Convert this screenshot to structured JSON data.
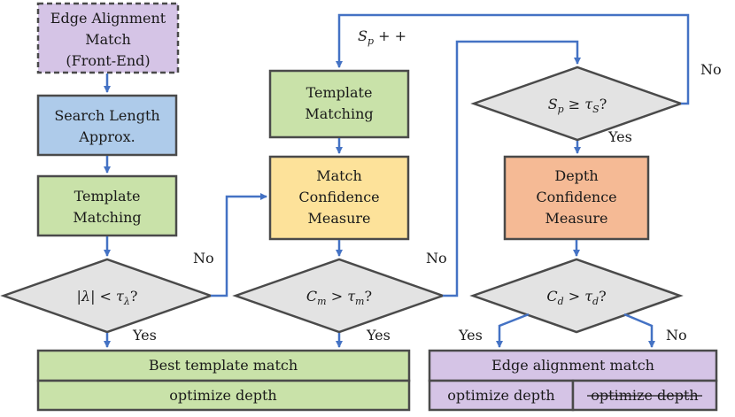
{
  "nodes": {
    "front_end": {
      "lines": [
        "Edge Alignment",
        "Match",
        "(Front-End)"
      ]
    },
    "search_length": {
      "lines": [
        "Search Length",
        "Approx."
      ]
    },
    "template_left": {
      "lines": [
        "Template",
        "Matching"
      ]
    },
    "template_mid": {
      "lines": [
        "Template",
        "Matching"
      ]
    },
    "match_conf": {
      "lines": [
        "Match",
        "Confidence",
        "Measure"
      ]
    },
    "depth_conf": {
      "lines": [
        "Depth",
        "Confidence",
        "Measure"
      ]
    },
    "lambda_check": {
      "label": "|λ| < τ",
      "sub": "λ",
      "tail": "?"
    },
    "cm_check": {
      "label": "C",
      "sub": "m",
      "mid": " > τ",
      "sub2": "m",
      "tail": "?"
    },
    "sp_check": {
      "label": "S",
      "sub": "p",
      "mid": " ≥ τ",
      "sub2": "S",
      "tail": "?"
    },
    "cd_check": {
      "label": "C",
      "sub": "d",
      "mid": " > τ",
      "sub2": "d",
      "tail": "?"
    },
    "best_match": {
      "title": "Best template match",
      "sub": "optimize depth"
    },
    "edge_match": {
      "title": "Edge alignment match",
      "sub_left": "optimize depth",
      "sub_right": "optimize depth"
    }
  },
  "edges": {
    "yes": "Yes",
    "no": "No",
    "sp_increment": {
      "base": "S",
      "sub": "p",
      "tail": " + +"
    }
  },
  "colors": {
    "purple": "#d5c4e6",
    "blue": "#aecbea",
    "green": "#c9e2a9",
    "yellow": "#fde29a",
    "orange": "#f5ba95",
    "gray": "#e3e3e3",
    "arrow": "#4472c4"
  }
}
